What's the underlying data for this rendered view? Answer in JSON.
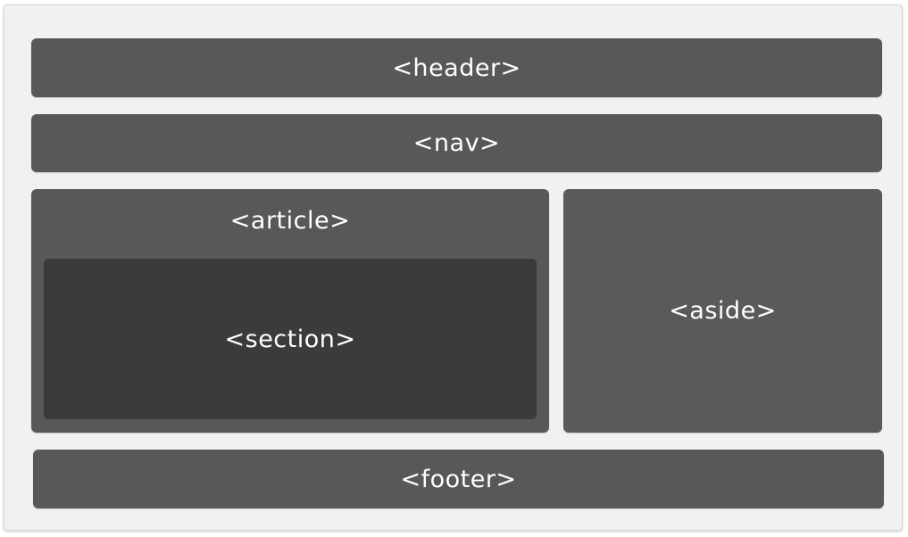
{
  "diagram": {
    "blocks": {
      "header": "<header>",
      "nav": "<nav>",
      "article": "<article>",
      "section": "<section>",
      "aside": "<aside>",
      "footer": "<footer>"
    },
    "colors": {
      "frame_background": "#f1f1f1",
      "block": "#585858",
      "section": "#3b3b3b",
      "text": "#ffffff"
    }
  }
}
